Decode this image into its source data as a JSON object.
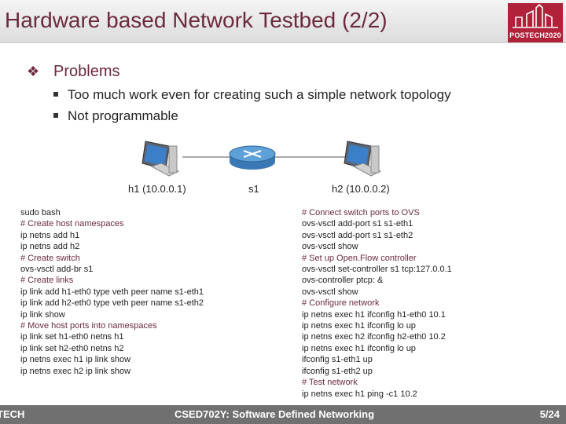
{
  "title": "Hardware based Network Testbed (2/2)",
  "logo": {
    "text": "POSTECH2020"
  },
  "section": {
    "heading": "Problems",
    "bullets": [
      "Too much work even for creating such a simple network topology",
      "Not programmable"
    ]
  },
  "topology": {
    "h1": "h1 (10.0.0.1)",
    "s1": "s1",
    "h2": "h2 (10.0.0.2)"
  },
  "left_code": [
    {
      "text": "sudo bash",
      "comment": false
    },
    {
      "text": "# Create host namespaces",
      "comment": true
    },
    {
      "text": "ip netns add h1",
      "comment": false
    },
    {
      "text": "ip netns add h2",
      "comment": false
    },
    {
      "text": "# Create switch",
      "comment": true
    },
    {
      "text": "ovs-vsctl add-br s1",
      "comment": false
    },
    {
      "text": "# Create links",
      "comment": true
    },
    {
      "text": "ip link add h1-eth0 type veth peer name s1-eth1",
      "comment": false
    },
    {
      "text": "ip link add h2-eth0 type veth peer name s1-eth2",
      "comment": false
    },
    {
      "text": "ip link show",
      "comment": false
    },
    {
      "text": "# Move host ports into namespaces",
      "comment": true
    },
    {
      "text": "ip link set h1-eth0 netns h1",
      "comment": false
    },
    {
      "text": "ip link set h2-eth0 netns h2",
      "comment": false
    },
    {
      "text": "ip netns exec h1 ip link show",
      "comment": false
    },
    {
      "text": "ip netns exec h2 ip link show",
      "comment": false
    }
  ],
  "right_code": [
    {
      "text": "# Connect switch ports to OVS",
      "comment": true
    },
    {
      "text": "ovs-vsctl add-port s1 s1-eth1",
      "comment": false
    },
    {
      "text": "ovs-vsctl add-port s1 s1-eth2",
      "comment": false
    },
    {
      "text": "ovs-vsctl show",
      "comment": false
    },
    {
      "text": "# Set up Open.Flow controller",
      "comment": true
    },
    {
      "text": "ovs-vsctl set-controller s1 tcp:127.0.0.1",
      "comment": false
    },
    {
      "text": "ovs-controller ptcp: &",
      "comment": false
    },
    {
      "text": "ovs-vsctl show",
      "comment": false
    },
    {
      "text": "# Configure network",
      "comment": true
    },
    {
      "text": "ip netns exec h1 ifconfig h1-eth0 10.1",
      "comment": false
    },
    {
      "text": "ip netns exec h1 ifconfig lo up",
      "comment": false
    },
    {
      "text": "ip netns exec h2 ifconfig h2-eth0 10.2",
      "comment": false
    },
    {
      "text": "ip netns exec h1 ifconfig lo up",
      "comment": false
    },
    {
      "text": "ifconfig s1-eth1 up",
      "comment": false
    },
    {
      "text": "ifconfig s1-eth2 up",
      "comment": false
    },
    {
      "text": "# Test network",
      "comment": true
    },
    {
      "text": "ip netns exec h1 ping -c1 10.2",
      "comment": false
    }
  ],
  "footer": {
    "left": "TECH",
    "center": "CSED702Y: Software Defined Networking",
    "page": "5/24"
  },
  "colors": {
    "accent": "#6b2a3c",
    "logo": "#b0223a",
    "footer": "#707070"
  },
  "icons": [
    "computer-icon",
    "router-icon"
  ]
}
